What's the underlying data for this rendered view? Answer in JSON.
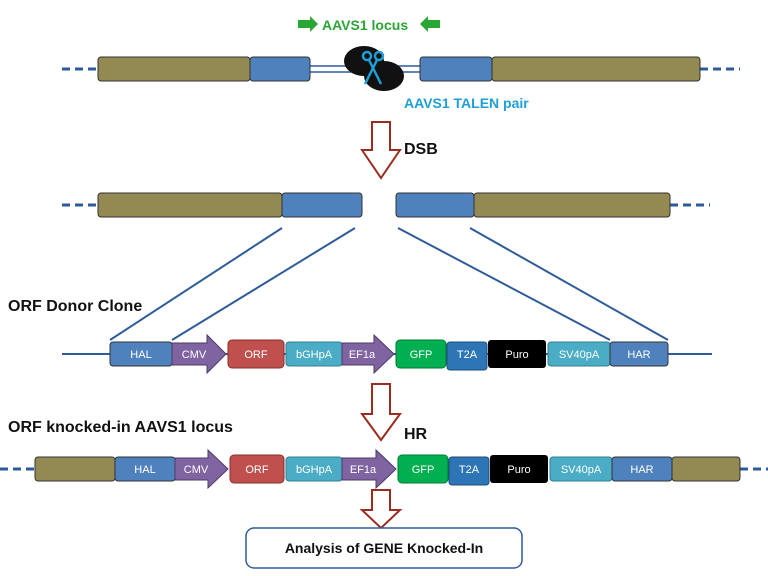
{
  "labels": {
    "locus": "AAVS1 locus",
    "talen": "AAVS1 TALEN pair",
    "dsb": "DSB",
    "donor": "ORF Donor  Clone",
    "knocked": "ORF knocked-in  AAVS1 locus",
    "hr": "HR",
    "analysis": "Analysis of GENE Knocked-In"
  },
  "donor_elements": {
    "hal": "HAL",
    "cmv": "CMV",
    "orf": "ORF",
    "bghpa": "bGHpA",
    "ef1a": "EF1a",
    "gfp": "GFP",
    "t2a": "T2A",
    "puro": "Puro",
    "sv40pa": "SV40pA",
    "har": "HAR"
  },
  "colors": {
    "homology_arm": "#4f81bd",
    "genomic_flank": "#938953",
    "promoter": "#8064a2",
    "orf": "#c0504d",
    "polya": "#4bacc6",
    "gfp": "#00b050",
    "t2a": "#2e75b6",
    "puro": "#000000",
    "arrow_outline": "#9b2d20",
    "line": "#2e5c9a"
  },
  "icons": {
    "scissors": "scissors-icon",
    "primer_left": "arrow-right-icon",
    "primer_right": "arrow-left-icon"
  }
}
